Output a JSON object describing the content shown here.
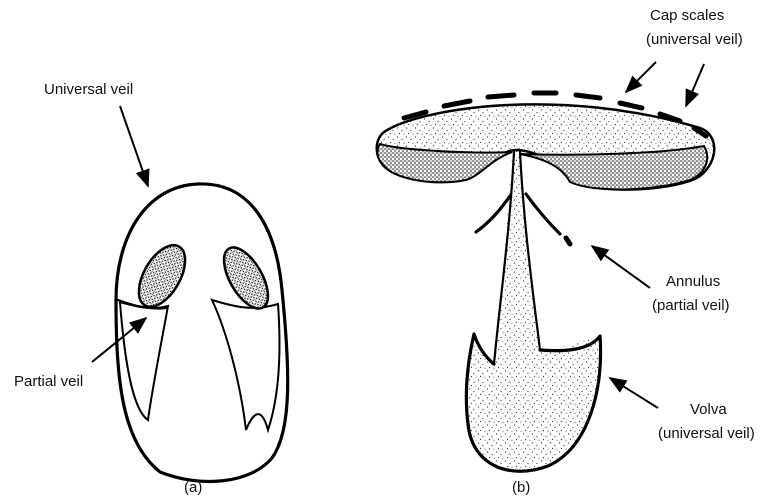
{
  "labels": {
    "universal_veil": "Universal veil",
    "partial_veil": "Partial veil",
    "cap_scales_line1": "Cap scales",
    "cap_scales_line2": "(universal veil)",
    "annulus_line1": "Annulus",
    "annulus_line2": "(partial veil)",
    "volva_line1": "Volva",
    "volva_line2": "(universal veil)",
    "panel_a": "(a)",
    "panel_b": "(b)"
  }
}
